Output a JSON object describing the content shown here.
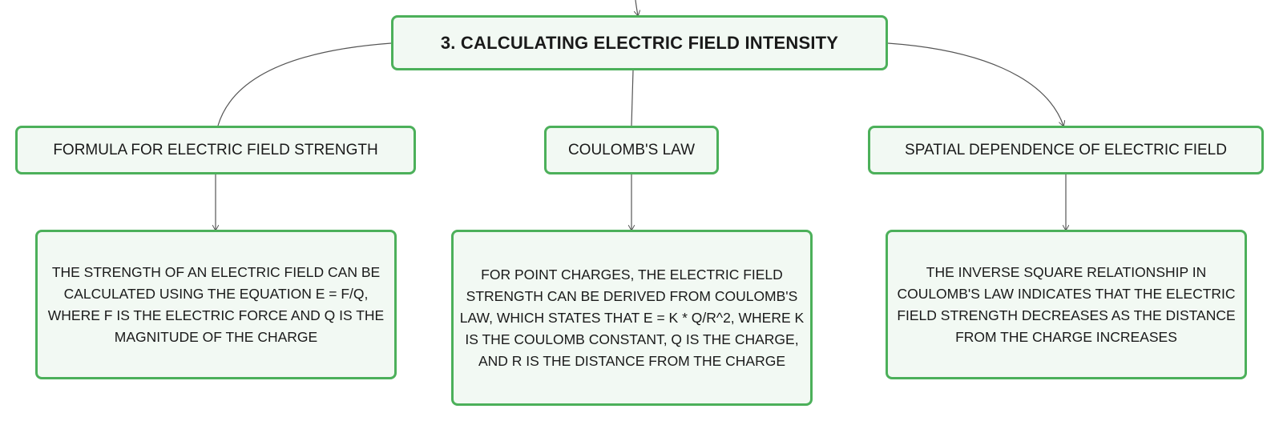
{
  "diagram": {
    "root": {
      "label": "3. CALCULATING ELECTRIC FIELD INTENSITY"
    },
    "branches": [
      {
        "label": "FORMULA FOR ELECTRIC FIELD STRENGTH",
        "detail": "THE STRENGTH OF AN ELECTRIC FIELD CAN BE CALCULATED USING THE EQUATION E = F/Q, WHERE F IS THE ELECTRIC FORCE AND Q IS THE MAGNITUDE OF THE CHARGE"
      },
      {
        "label": "COULOMB'S LAW",
        "detail": "FOR POINT CHARGES, THE ELECTRIC FIELD STRENGTH CAN BE DERIVED FROM COULOMB'S LAW, WHICH STATES THAT E = K * Q/R^2, WHERE K IS THE COULOMB CONSTANT, Q IS THE CHARGE, AND R IS THE DISTANCE FROM THE CHARGE"
      },
      {
        "label": "SPATIAL DEPENDENCE OF ELECTRIC FIELD",
        "detail": "THE INVERSE SQUARE RELATIONSHIP IN COULOMB'S LAW INDICATES THAT THE ELECTRIC FIELD STRENGTH DECREASES AS THE DISTANCE FROM THE CHARGE INCREASES"
      }
    ],
    "colors": {
      "node_border": "#4cb05a",
      "node_fill": "#f2f9f3",
      "connector": "#555555",
      "text": "#1a1a1a"
    }
  }
}
